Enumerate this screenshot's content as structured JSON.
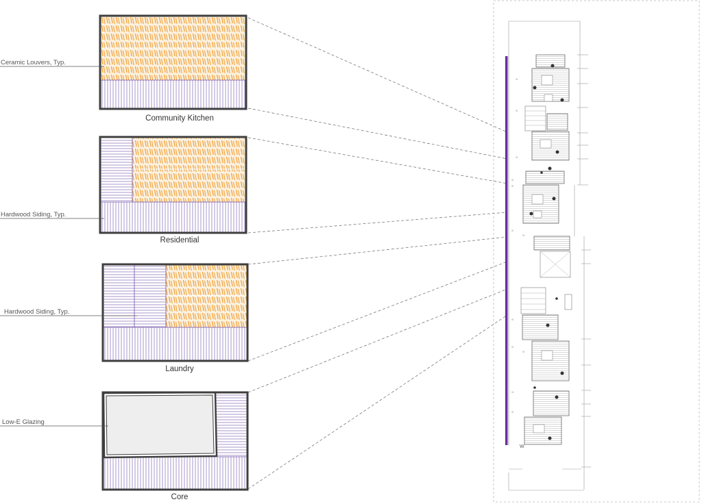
{
  "colors": {
    "frame": "#3f3f3f",
    "siding_stripe": "#6f4fa8",
    "louver_orange": "#f0a23c",
    "louver_bg": "#fbf1df",
    "glazing_fill": "#eeeeee",
    "leader": "#555555",
    "plan_line": "#9a9a9a",
    "plan_accent": "#6a2d9f"
  },
  "elevations": [
    {
      "id": "community-kitchen",
      "title": "Community Kitchen",
      "callout": "Ceramic Louvers, Typ."
    },
    {
      "id": "residential",
      "title": "Residential",
      "callout": "Hardwood Siding, Typ."
    },
    {
      "id": "laundry",
      "title": "Laundry",
      "callout": "Hardwood Siding, Typ."
    },
    {
      "id": "core",
      "title": "Core",
      "callout": "Low-E Glazing"
    }
  ],
  "plan": {
    "labels": [
      "W",
      "W",
      "W",
      "W",
      "W",
      "W",
      "W",
      "W",
      "W",
      "W",
      "W",
      "W"
    ],
    "bottom_label": "W",
    "furniture_icons": [
      "tree-icon",
      "chair-icon",
      "table-icon"
    ]
  }
}
